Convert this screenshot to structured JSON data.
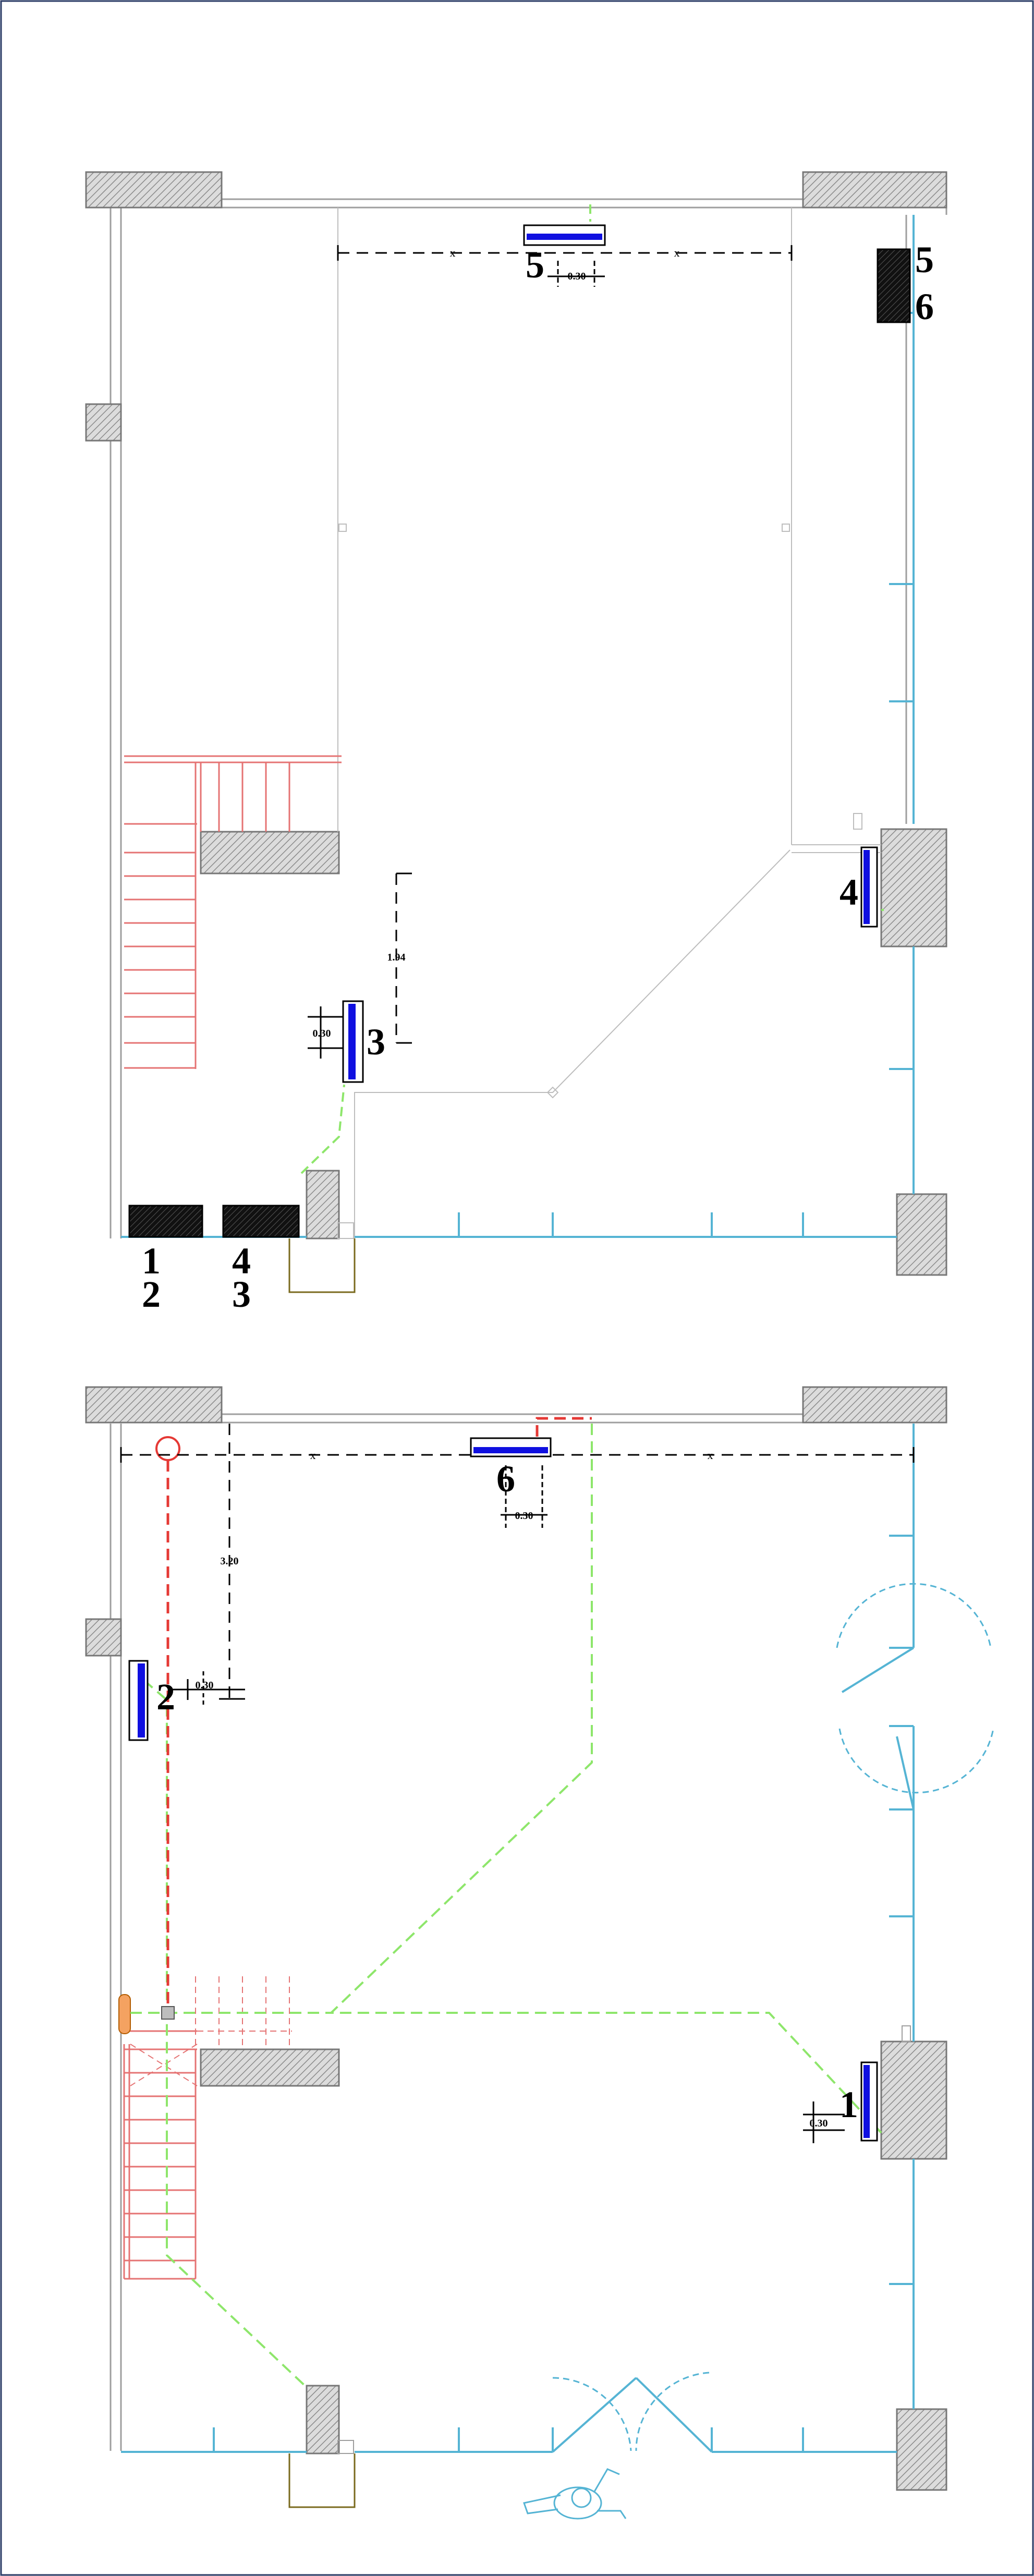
{
  "upper_plan": {
    "unit_labels": [
      "5",
      "3",
      "4",
      "5",
      "6",
      "1",
      "2",
      "4",
      "3"
    ],
    "dimensions": {
      "top_left_x": "x",
      "top_right_x": "x",
      "top_offset": "0.30",
      "wall_height": "1.94",
      "wall_offset": "0.30"
    }
  },
  "lower_plan": {
    "unit_labels": [
      "6",
      "2",
      "1"
    ],
    "dimensions": {
      "top_left_x": "x",
      "top_right_x": "x",
      "top_offset": "0.30",
      "side_height": "3.20",
      "side_offset": "0.30",
      "right_offset": "0.30"
    }
  },
  "colors": {
    "frame": "#2a3b66",
    "wall_hatch": "#777777",
    "wall_fill": "#d9d9d9",
    "cyan_wall": "#55b4d4",
    "stair": "#e57373",
    "green_path": "#8ee66b",
    "red_path": "#e53935",
    "unit_blue": "#1010e0",
    "dim": "#000000",
    "outline": "#bdbdbd",
    "olive": "#7a6a1e"
  }
}
